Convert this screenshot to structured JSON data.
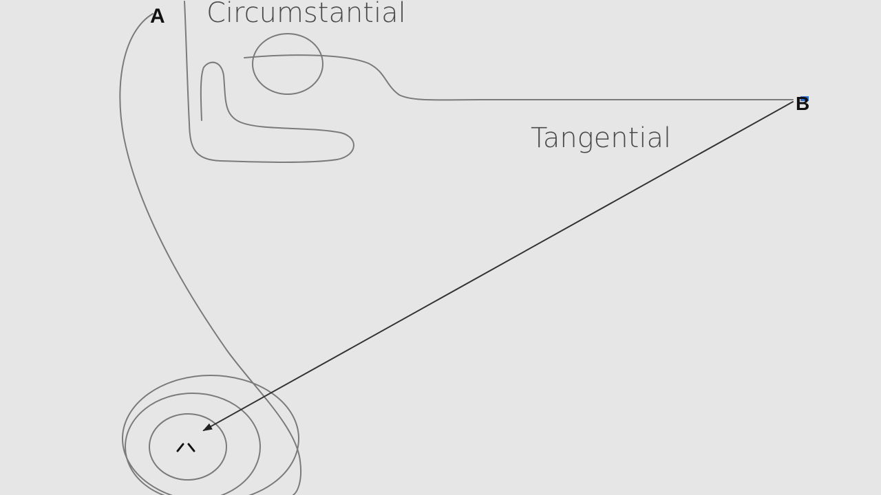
{
  "labels": {
    "circumstantial": "Circumstantial",
    "tangential": "Tangential",
    "point_a": "A",
    "point_b": "B"
  },
  "colors": {
    "background": "#e6e6e6",
    "line": "#7a7a7a",
    "arrow": "#333333",
    "text": "#4a4a4a",
    "accent": "#2f6fd6"
  }
}
